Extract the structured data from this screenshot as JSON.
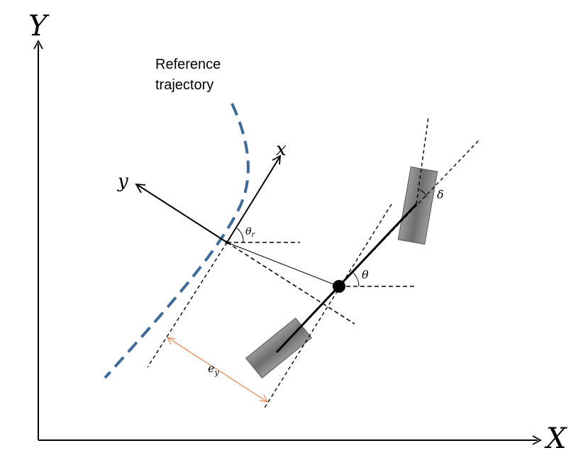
{
  "axes": {
    "x_label": "X",
    "y_label": "Y"
  },
  "reference": {
    "label_line1": "Reference",
    "label_line2": "trajectory",
    "color": "#3f6b99"
  },
  "frame": {
    "x_label": "x",
    "y_label": "y"
  },
  "angles": {
    "theta_r": "θ",
    "theta_r_sub": "r",
    "theta": "θ",
    "delta": "δ"
  },
  "error": {
    "label": "e",
    "label_sub": "y",
    "color": "#e8864f"
  },
  "vehicle": {
    "wheel_color": "#808080"
  }
}
